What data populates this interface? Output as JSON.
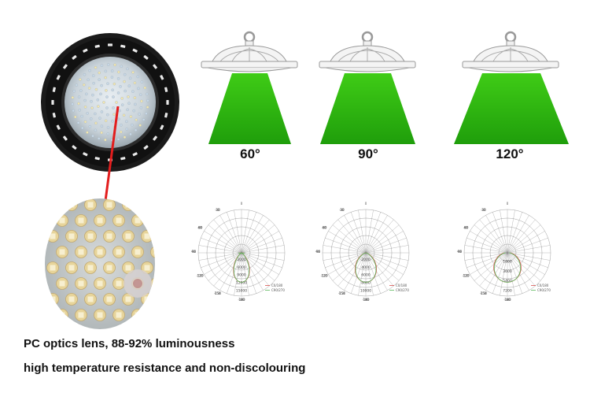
{
  "beams": [
    {
      "angle_label": "60°"
    },
    {
      "angle_label": "90°"
    },
    {
      "angle_label": "120°"
    }
  ],
  "polar_charts": [
    {
      "rings": [
        "3000",
        "6000",
        "9000",
        "12000",
        "15000"
      ],
      "angle_marks": [
        "-180",
        "180",
        "-150",
        "150",
        "-120",
        "120",
        "-90",
        "90",
        "-60",
        "60",
        "-30",
        "30",
        "0"
      ],
      "legend": [
        "C0/180",
        "C90/270"
      ]
    },
    {
      "rings": [
        "2000",
        "4000",
        "6000",
        "8000",
        "10000"
      ],
      "angle_marks": [
        "-180",
        "180",
        "-150",
        "150",
        "-120",
        "120",
        "-90",
        "90",
        "-60",
        "60",
        "-30",
        "30",
        "0"
      ],
      "legend": [
        "C0/180",
        "C90/270"
      ]
    },
    {
      "rings": [
        "1800",
        "3600",
        "5400",
        "7200"
      ],
      "angle_marks": [
        "-180",
        "180",
        "-150",
        "150",
        "-120",
        "120",
        "-90",
        "90",
        "-60",
        "60",
        "-30",
        "30",
        "0"
      ],
      "legend": [
        "C0/180",
        "C90/270"
      ]
    }
  ],
  "captions": {
    "line1": "PC optics lens, 88-92% luminousness",
    "line2": "high temperature resistance and non-discolouring"
  },
  "colors": {
    "beam_top": "#39c814",
    "beam_bottom": "#1f9d0b",
    "pointer_red": "#e31d1d",
    "lamp_ring": "#1a1a1a",
    "curve_red": "#d9534f",
    "curve_green": "#5cb85c"
  },
  "icons": [
    "led-high-bay-lamp-icon",
    "led-lens-closeup-icon",
    "ufo-lamp-outline-icon"
  ]
}
